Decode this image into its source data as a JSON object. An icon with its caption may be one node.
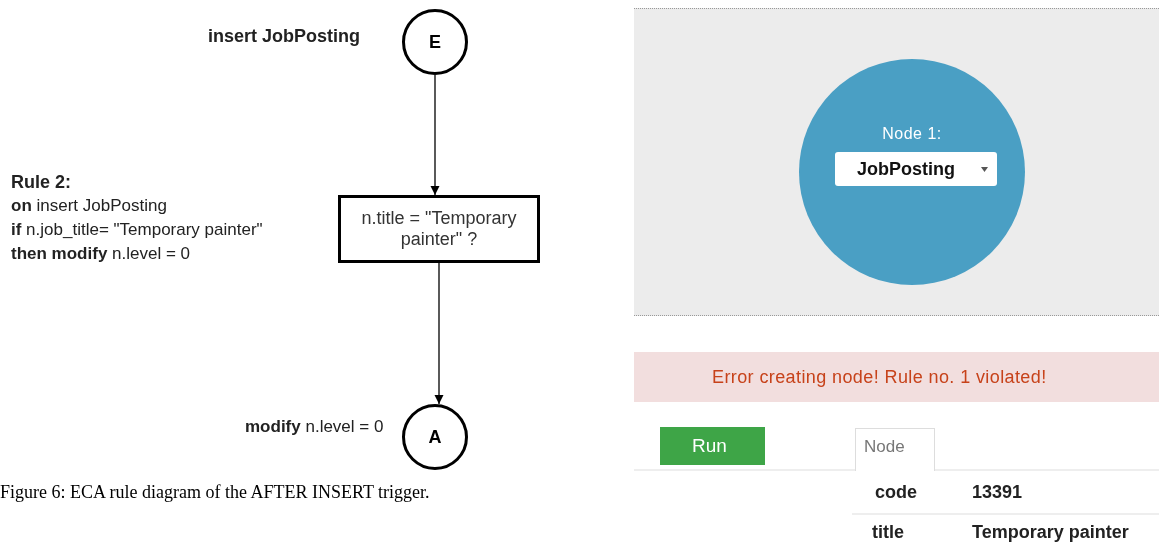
{
  "diagram": {
    "caption": "Figure 6: ECA rule diagram of the AFTER INSERT trigger.",
    "nodes": [
      {
        "text": [
          "E"
        ],
        "beside": [
          "insert JobPosting"
        ]
      },
      {
        "text": [
          "n.title = \"Temporary painter\" ?"
        ],
        "beside": [
          "Rule 2:",
          "**on** insert JobPosting",
          "**if** n.job_title= \"Temporary painter\"",
          "**then modify** n.level = 0"
        ]
      },
      {
        "text": [
          "A"
        ],
        "beside": [
          "**modify** n.level = 0"
        ]
      },
      {
        "text": [
          "Node 1:",
          "JobPosting"
        ]
      }
    ],
    "edges": [
      {
        "from": 0,
        "to": 1,
        "arrow": "to"
      },
      {
        "from": 1,
        "to": 2,
        "arrow": "to"
      }
    ],
    "labels": [
      "Error creating node! Rule no. 1 violated!",
      "Run",
      "Node",
      "code",
      "13391",
      "title",
      "Temporary painter"
    ]
  }
}
